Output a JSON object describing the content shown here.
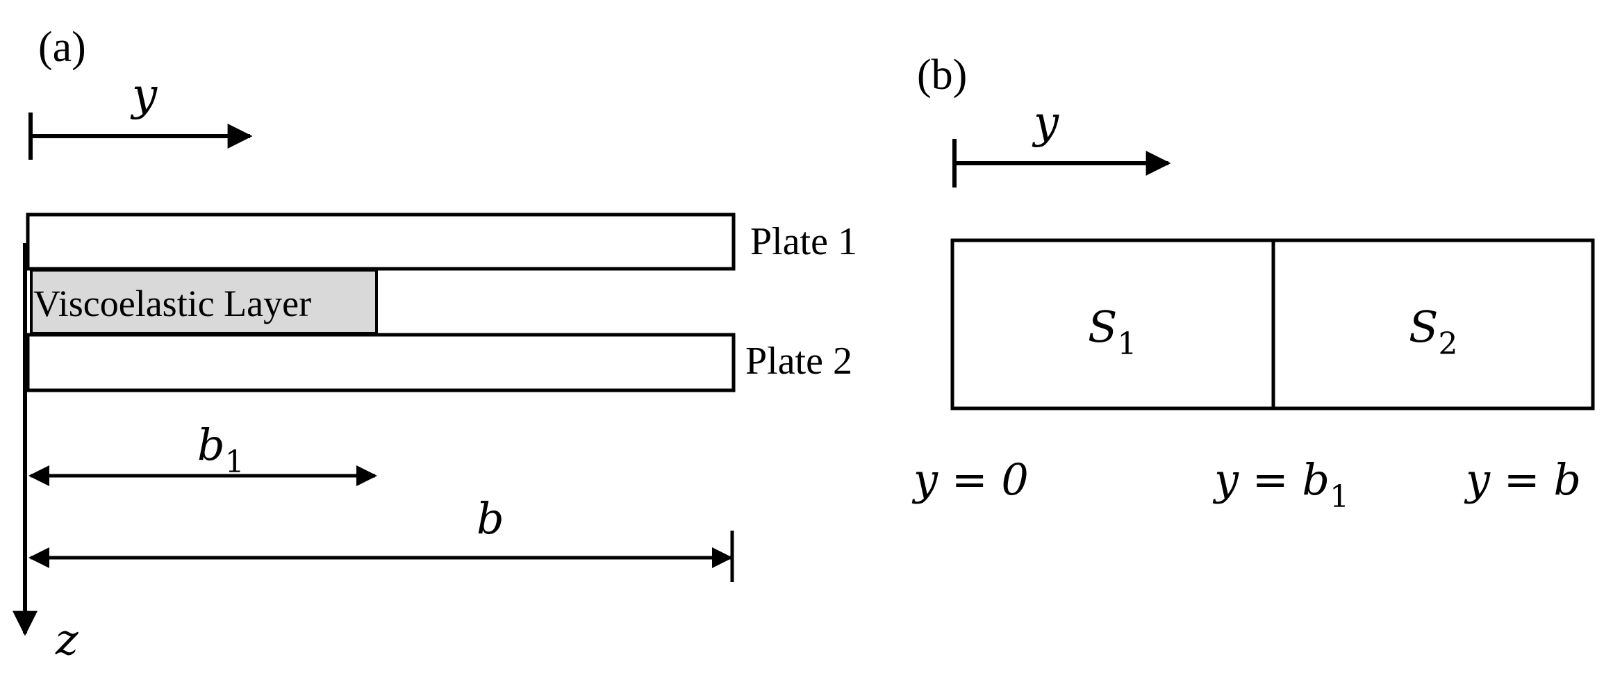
{
  "panel_a": {
    "label": "(a)",
    "axis_y": "y",
    "axis_z": "z",
    "plate1_label": "Plate 1",
    "plate2_label": "Plate 2",
    "layer_label": "Viscoelastic Layer",
    "layer_fill": "#d9d9d9",
    "dim_b1": {
      "var": "b",
      "sub": "1"
    },
    "dim_b": "b"
  },
  "panel_b": {
    "label": "(b)",
    "axis_y": "y",
    "region1": {
      "var": "S",
      "sub": "1"
    },
    "region2": {
      "var": "S",
      "sub": "2"
    },
    "pos_0": "y = 0",
    "pos_b1": {
      "text": "y = b",
      "sub": "1"
    },
    "pos_b": "y = b"
  },
  "colors": {
    "stroke": "#000000",
    "layer_fill": "#d9d9d9",
    "background": "#ffffff"
  }
}
